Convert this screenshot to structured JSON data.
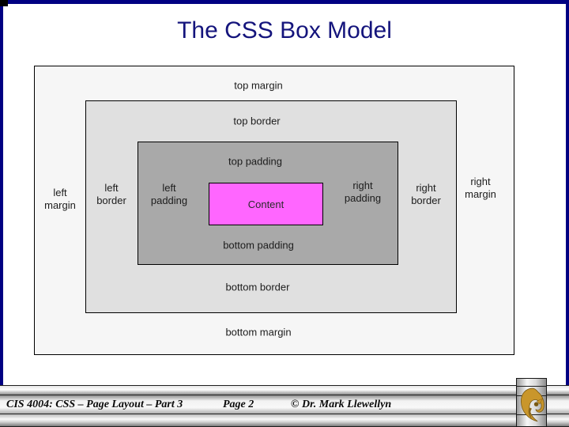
{
  "title": "The CSS Box Model",
  "diagram": {
    "labels": {
      "top_margin": "top margin",
      "top_border": "top border",
      "top_padding": "top padding",
      "left_margin": "left margin",
      "left_border": "left border",
      "left_padding": "left padding",
      "content": "Content",
      "right_padding": "right padding",
      "right_border": "right border",
      "right_margin": "right margin",
      "bottom_padding": "bottom padding",
      "bottom_border": "bottom border",
      "bottom_margin": "bottom margin"
    },
    "colors": {
      "margin_area": "#f6f6f6",
      "border_area": "#e0e0e0",
      "padding_area": "#a9a9a9",
      "content_area": "#ff66ff",
      "box_outline": "#000000"
    }
  },
  "footer": {
    "course": "CIS 4004: CSS – Page Layout – Part 3",
    "page": "Page 2",
    "copyright": "© Dr. Mark Llewellyn"
  },
  "theme": {
    "frame_color": "#000082",
    "title_color": "#14147c",
    "logo_gold": "#c9962b"
  }
}
